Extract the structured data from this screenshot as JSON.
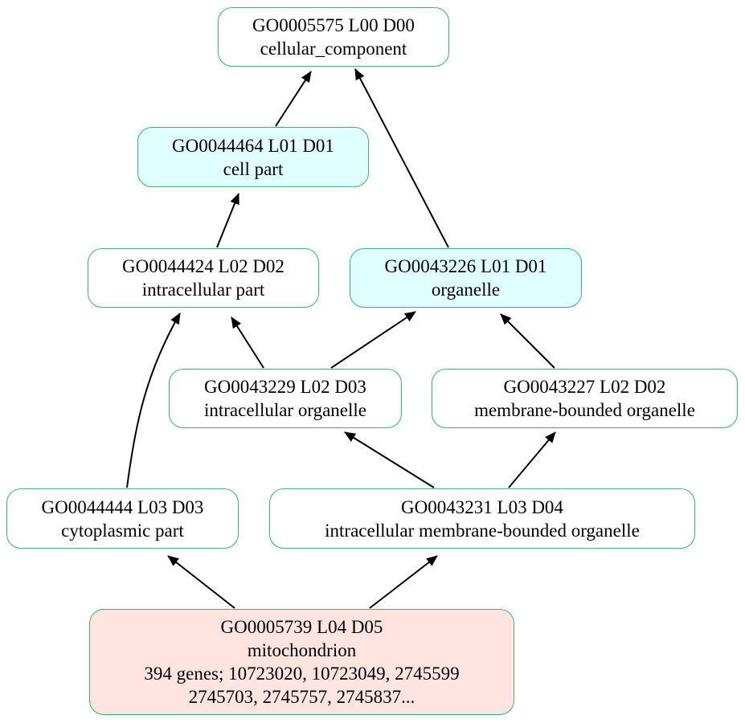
{
  "colors": {
    "border": "#3cb371",
    "level1_fill": "#e0ffff",
    "query_fill": "#ffe4e1",
    "default_fill": "#ffffff",
    "edge": "#000000"
  },
  "nodes": {
    "n5575": {
      "id": "GO0005575 L00 D00",
      "name": "cellular_component"
    },
    "n44464": {
      "id": "GO0044464 L01 D01",
      "name": "cell part"
    },
    "n44424": {
      "id": "GO0044424 L02 D02",
      "name": "intracellular part"
    },
    "n43226": {
      "id": "GO0043226 L01 D01",
      "name": "organelle"
    },
    "n43229": {
      "id": "GO0043229 L02 D03",
      "name": "intracellular organelle"
    },
    "n43227": {
      "id": "GO0043227 L02 D02",
      "name": "membrane-bounded organelle"
    },
    "n44444": {
      "id": "GO0044444 L03 D03",
      "name": "cytoplasmic part"
    },
    "n43231": {
      "id": "GO0043231 L03 D04",
      "name": "intracellular membrane-bounded organelle"
    },
    "n5739": {
      "id": "GO0005739 L04 D05",
      "name": "mitochondrion",
      "genes": "394 genes; 10723020, 10723049, 2745599",
      "genes2": "2745703, 2745757, 2745837..."
    }
  },
  "edges": [
    {
      "from": "GO0044464",
      "to": "GO0005575"
    },
    {
      "from": "GO0043226",
      "to": "GO0005575"
    },
    {
      "from": "GO0044424",
      "to": "GO0044464"
    },
    {
      "from": "GO0043229",
      "to": "GO0044424"
    },
    {
      "from": "GO0043229",
      "to": "GO0043226"
    },
    {
      "from": "GO0043227",
      "to": "GO0043226"
    },
    {
      "from": "GO0044444",
      "to": "GO0044424"
    },
    {
      "from": "GO0043231",
      "to": "GO0043229"
    },
    {
      "from": "GO0043231",
      "to": "GO0043227"
    },
    {
      "from": "GO0005739",
      "to": "GO0044444"
    },
    {
      "from": "GO0005739",
      "to": "GO0043231"
    }
  ]
}
